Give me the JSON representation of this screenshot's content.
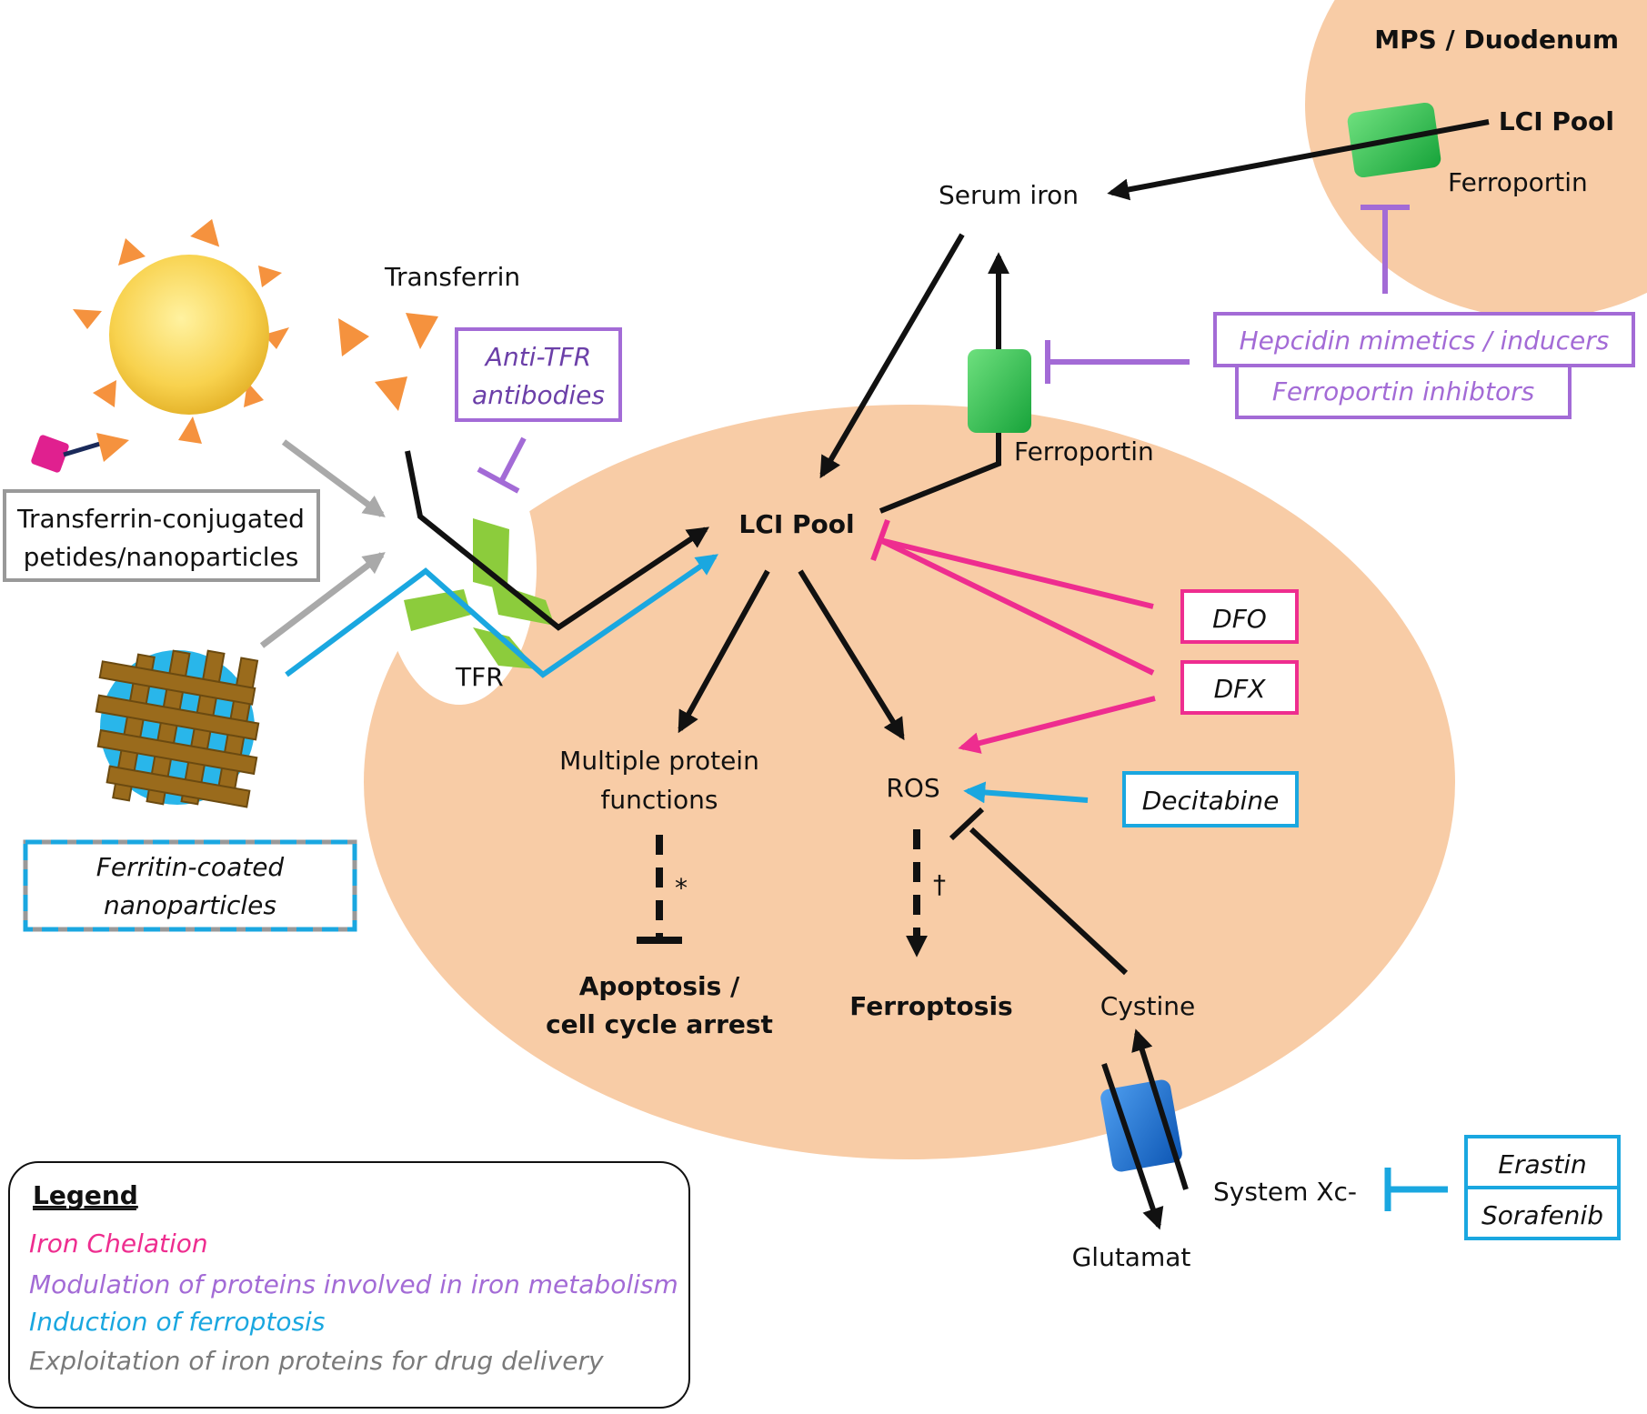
{
  "labels": {
    "mps_duodenum": "MPS / Duodenum",
    "lci_pool_top": "LCI Pool",
    "ferroportin_top": "Ferroportin",
    "serum_iron": "Serum iron",
    "transferrin": "Transferrin",
    "ferroportin_cell": "Ferroportin",
    "lci_pool_cell": "LCI Pool",
    "tfr": "TFR",
    "multiple_protein_line1": "Multiple protein",
    "multiple_protein_line2": "functions",
    "ros": "ROS",
    "asterisk": "*",
    "dagger": "†",
    "apoptosis_line1": "Apoptosis /",
    "apoptosis_line2": "cell cycle arrest",
    "ferroptosis": "Ferroptosis",
    "cystine": "Cystine",
    "system_xc": "System Xc-",
    "glutamat": "Glutamat"
  },
  "boxes": {
    "anti_tfr_line1": "Anti-TFR",
    "anti_tfr_line2": "antibodies",
    "transferrin_conjugated_line1": "Transferrin-conjugated",
    "transferrin_conjugated_line2": "petides/nanoparticles",
    "ferritin_coated_line1": "Ferritin-coated",
    "ferritin_coated_line2": "nanoparticles",
    "hepcidin": "Hepcidin mimetics / inducers",
    "ferroportin_inhibitors": "Ferroportin inhibtors",
    "dfo": "DFO",
    "dfx": "DFX",
    "decitabine": "Decitabine",
    "erastin": "Erastin",
    "sorafenib": "Sorafenib"
  },
  "legend": {
    "title": "Legend",
    "items": [
      {
        "label": "Iron Chelation",
        "color": "#ee2d8f"
      },
      {
        "label": "Modulation of proteins involved in iron metabolism",
        "color": "#a36bd6"
      },
      {
        "label": "Induction of ferroptosis",
        "color": "#1aa7e0"
      },
      {
        "label": "Exploitation of iron proteins for drug delivery",
        "color": "#7a7a7a"
      }
    ]
  },
  "colors": {
    "cell_fill": "#f8cca6",
    "chelation": "#ee2d8f",
    "modulation": "#a36bd6",
    "ferroptosis": "#1aa7e0",
    "delivery": "#999999",
    "ferroportin_green": "#2fbf4f",
    "tfr_green": "#8ccc3c",
    "system_xc_blue": "#1d6fd1",
    "transferrin_orange": "#f5923e"
  }
}
